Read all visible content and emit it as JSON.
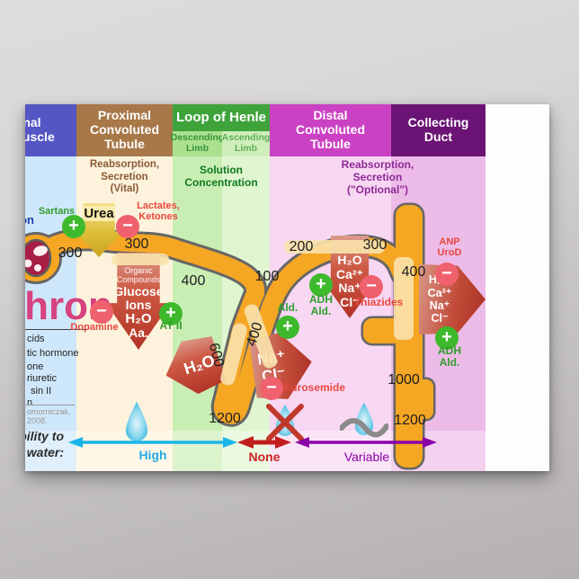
{
  "headers": {
    "renal_corpuscle": "Renal\nCorpuscle",
    "proximal": "Proximal\nConvoluted\nTubule",
    "loop": "Loop of Henle",
    "descending": "Descending\nLimb",
    "ascending": "Ascending\nLimb",
    "distal": "Distal\nConvoluted\nTubule",
    "collecting": "Collecting\nDuct"
  },
  "functions": {
    "renal_corpuscle": "Filtration",
    "proximal": "Reabsorption,\nSecretion\n(Vital)",
    "loop": "Solution\nConcentration",
    "distal_collecting": "Reabsorption,\nSecretion\n(\"Optional\")"
  },
  "title": "Nephron",
  "modulators": {
    "sartans": "Sartans",
    "urea": "Urea",
    "lactates_ketones": "Lactates,\nKetones",
    "dopamine": "Dopamine",
    "at_ii": "AT II",
    "ald": "Ald.",
    "furosemide": "Furosemide",
    "adh_ald_distal": "ADH\nAld.",
    "thiazides": "Thiazides",
    "anp_urod": "ANP\nUroD",
    "adh_ald_collecting": "ADH\nAld."
  },
  "transport_arrows": {
    "proximal_header": "Organic\nCompounds",
    "proximal_solutes": [
      "Glucose",
      "Ions",
      "H₂O",
      "Aa."
    ],
    "descending_limb": "H₂O",
    "ascending_limb": [
      "Na⁺",
      "Cl⁻"
    ],
    "distal": [
      "H₂O",
      "Ca²⁺",
      "Na⁺",
      "Cl⁻"
    ],
    "collecting": [
      "H₂O",
      "Ca²⁺",
      "Na⁺",
      "Cl⁻"
    ]
  },
  "osmolarity": {
    "pct_start": "300",
    "pct_end": "300",
    "descending_upper": "400",
    "descending_lower": "600",
    "loop_bottom": "1200",
    "ascending": "400",
    "ascending_top": "100",
    "distal_start": "200",
    "distal_end": "300",
    "collecting_top": "400",
    "collecting_mid": "1000",
    "collecting_bottom": "1200"
  },
  "permeability": {
    "label": "Permeability to\nwater:",
    "high": "High",
    "none": "None",
    "variable": "Variable"
  },
  "legend": {
    "visible_fragments": [
      "cids",
      "tic hormone",
      "one",
      "riuretic",
      "sin II",
      "n"
    ],
    "credit_fragments": [
      "omorniczak,",
      "2008."
    ]
  },
  "icons": {
    "plus": "+",
    "minus": "−"
  },
  "colors": {
    "tube": "#f5a623",
    "high": "#29abe2",
    "none": "#cc2222",
    "variable": "#8a00a8"
  }
}
